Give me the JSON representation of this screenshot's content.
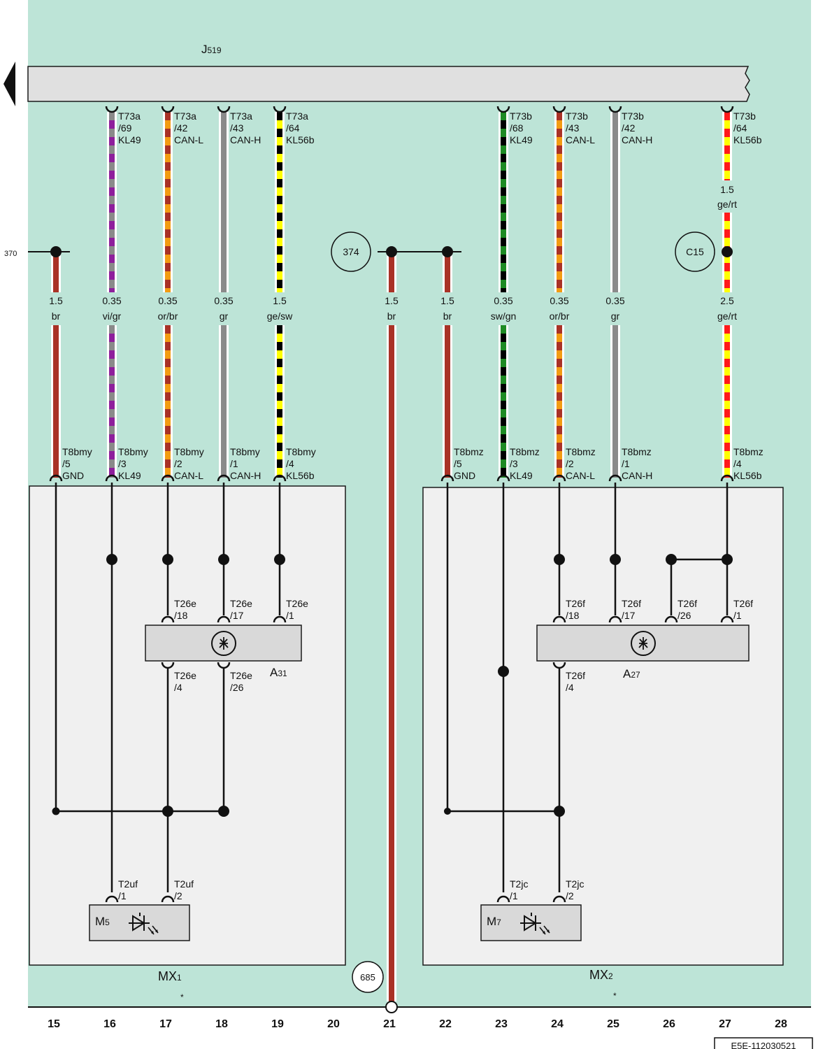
{
  "colors": {
    "background": "#bde4d7",
    "bus": "#e0e0e0",
    "module": "#f0f0f0",
    "component": "#d9d9d9",
    "outline": "#1a1a1a",
    "wire_colors": {
      "br": "#a93226",
      "vi": "#8e1f9c",
      "gr": "#8a8a8a",
      "or": "#f39c12",
      "ge": "#ffff00",
      "sw": "#000000",
      "gn": "#1e8b24",
      "rt": "#ff1a1a"
    }
  },
  "header": {
    "component_main": "J",
    "component_sub": "519"
  },
  "refs": {
    "left_margin": "370",
    "circle_374": "374",
    "circle_c15": "C15",
    "circle_685": "685"
  },
  "wires": [
    {
      "top_lines": [],
      "spec": [
        "1.5",
        "br"
      ],
      "bottom_lines": [
        "T8bmy",
        "/5",
        "GND"
      ]
    },
    {
      "top_lines": [
        "T73a",
        "/69",
        "KL49"
      ],
      "spec": [
        "0.35",
        "vi/gr"
      ],
      "bottom_lines": [
        "T8bmy",
        "/3",
        "KL49"
      ]
    },
    {
      "top_lines": [
        "T73a",
        "/42",
        "CAN-L"
      ],
      "spec": [
        "0.35",
        "or/br"
      ],
      "bottom_lines": [
        "T8bmy",
        "/2",
        "CAN-L"
      ]
    },
    {
      "top_lines": [
        "T73a",
        "/43",
        "CAN-H"
      ],
      "spec": [
        "0.35",
        "gr"
      ],
      "bottom_lines": [
        "T8bmy",
        "/1",
        "CAN-H"
      ]
    },
    {
      "top_lines": [
        "T73a",
        "/64",
        "KL56b"
      ],
      "spec": [
        "1.5",
        "ge/sw"
      ],
      "bottom_lines": [
        "T8bmy",
        "/4",
        "KL56b"
      ]
    },
    {
      "top_lines": [],
      "spec": [
        "1.5",
        "br"
      ],
      "bottom_lines": []
    },
    {
      "top_lines": [],
      "spec": [
        "1.5",
        "br"
      ],
      "bottom_lines": [
        "T8bmz",
        "/5",
        "GND"
      ]
    },
    {
      "top_lines": [
        "T73b",
        "/68",
        "KL49"
      ],
      "spec": [
        "0.35",
        "sw/gn"
      ],
      "bottom_lines": [
        "T8bmz",
        "/3",
        "KL49"
      ]
    },
    {
      "top_lines": [
        "T73b",
        "/43",
        "CAN-L"
      ],
      "spec": [
        "0.35",
        "or/br"
      ],
      "bottom_lines": [
        "T8bmz",
        "/2",
        "CAN-L"
      ]
    },
    {
      "top_lines": [
        "T73b",
        "/42",
        "CAN-H"
      ],
      "spec": [
        "0.35",
        "gr"
      ],
      "bottom_lines": [
        "T8bmz",
        "/1",
        "CAN-H"
      ]
    },
    {
      "top_lines": [
        "T73b",
        "/64",
        "KL56b"
      ],
      "spec": [
        "2.5",
        "ge/rt"
      ],
      "bottom_lines": [
        "T8bmz",
        "/4",
        "KL56b"
      ]
    }
  ],
  "extra_spec": [
    "1.5",
    "ge/rt"
  ],
  "pins": {
    "a31_18": [
      "T26e",
      "/18"
    ],
    "a31_17": [
      "T26e",
      "/17"
    ],
    "a31_1": [
      "T26e",
      "/1"
    ],
    "a31_4": [
      "T26e",
      "/4"
    ],
    "a31_26": [
      "T26e",
      "/26"
    ],
    "a27_18": [
      "T26f",
      "/18"
    ],
    "a27_17": [
      "T26f",
      "/17"
    ],
    "a27_26": [
      "T26f",
      "/26"
    ],
    "a27_1": [
      "T26f",
      "/1"
    ],
    "a27_4": [
      "T26f",
      "/4"
    ],
    "m5_1": [
      "T2uf",
      "/1"
    ],
    "m5_2": [
      "T2uf",
      "/2"
    ],
    "m7_1": [
      "T2jc",
      "/1"
    ],
    "m7_2": [
      "T2jc",
      "/2"
    ]
  },
  "components": {
    "a31": {
      "main": "A",
      "sub": "31",
      "icon": "horn-symbol-icon"
    },
    "a27": {
      "main": "A",
      "sub": "27",
      "icon": "horn-symbol-icon"
    },
    "m5": {
      "main": "M",
      "sub": "5",
      "icon": "led-lamp-icon"
    },
    "m7": {
      "main": "M",
      "sub": "7",
      "icon": "led-lamp-icon"
    }
  },
  "modules": {
    "mx1": {
      "main": "MX",
      "sub": "1",
      "note": "*"
    },
    "mx2": {
      "main": "MX",
      "sub": "2",
      "note": "*"
    }
  },
  "track_numbers": [
    "15",
    "16",
    "17",
    "18",
    "19",
    "20",
    "21",
    "22",
    "23",
    "24",
    "25",
    "26",
    "27",
    "28"
  ],
  "footer": {
    "code": "E5E-112030521"
  }
}
